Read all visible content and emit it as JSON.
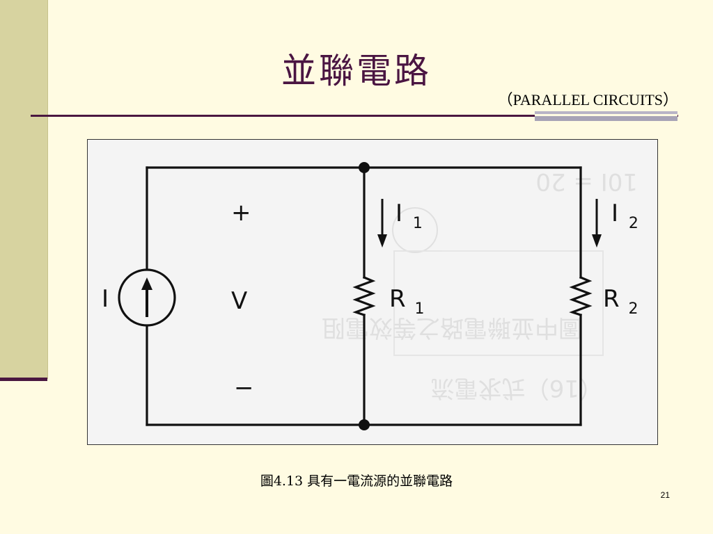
{
  "slide": {
    "title": "並聯電路",
    "subtitle": "（PARALLEL CIRCUITS）",
    "caption": "圖4.13 具有一電流源的並聯電路",
    "page_number": "21"
  },
  "circuit": {
    "source_label": "I",
    "voltage_label": "V",
    "plus_sign": "+",
    "minus_sign": "−",
    "i1_main": "I",
    "i1_sub": "1",
    "i2_main": "I",
    "i2_sub": "2",
    "r1_main": "R",
    "r1_sub": "1",
    "r2_main": "R",
    "r2_sub": "2"
  },
  "colors": {
    "title": "#4a1542",
    "background": "#fffbe2",
    "sidebar": "#d7d3a0",
    "rule": "#4a1740"
  }
}
